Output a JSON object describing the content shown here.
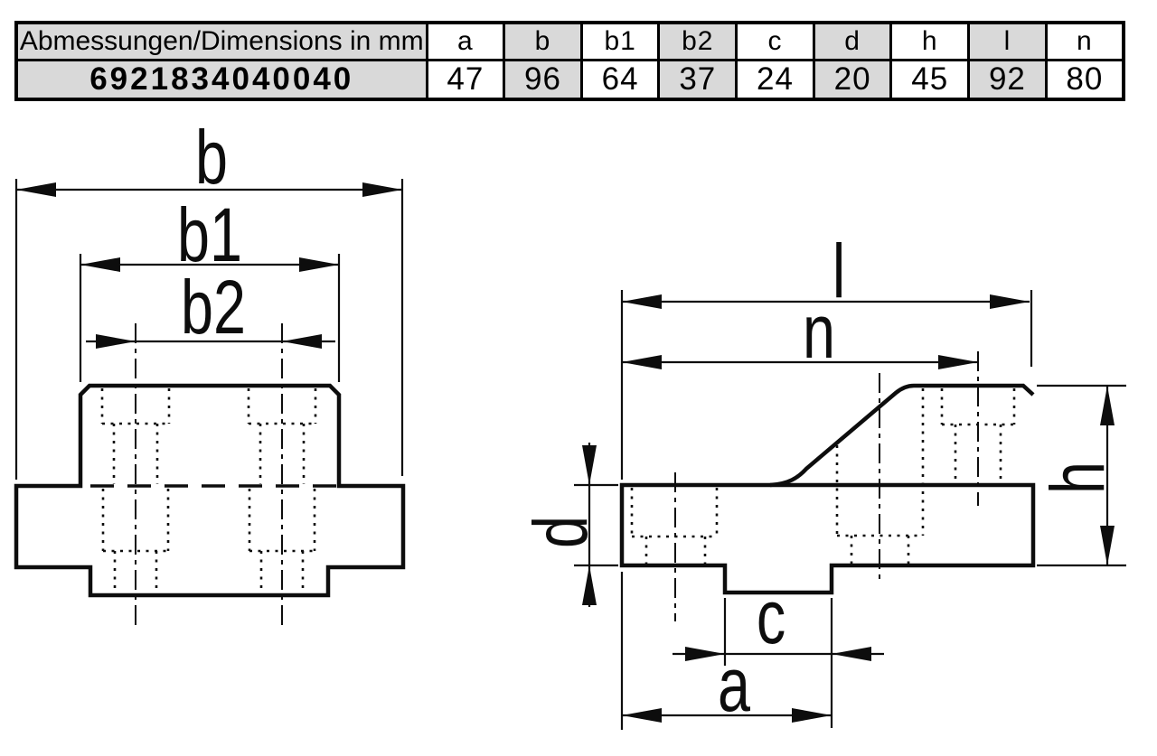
{
  "table": {
    "header": [
      "Abmessungen/Dimensions in mm",
      "a",
      "b",
      "b1",
      "b2",
      "c",
      "d",
      "h",
      "l",
      "n"
    ],
    "rows": [
      {
        "part_number": "6921834040040",
        "values": [
          "47",
          "96",
          "64",
          "37",
          "24",
          "20",
          "45",
          "92",
          "80"
        ]
      }
    ],
    "shaded_color": "#d9d9d9"
  },
  "front_view": {
    "labels": {
      "b": "b",
      "b1": "b1",
      "b2": "b2"
    }
  },
  "side_view": {
    "labels": {
      "l": "l",
      "n": "n",
      "h": "h",
      "d": "d",
      "c": "c",
      "a": "a"
    }
  },
  "colors": {
    "line": "#0d0d0d",
    "table_shaded": "#d9d9d9",
    "background": "#ffffff"
  }
}
